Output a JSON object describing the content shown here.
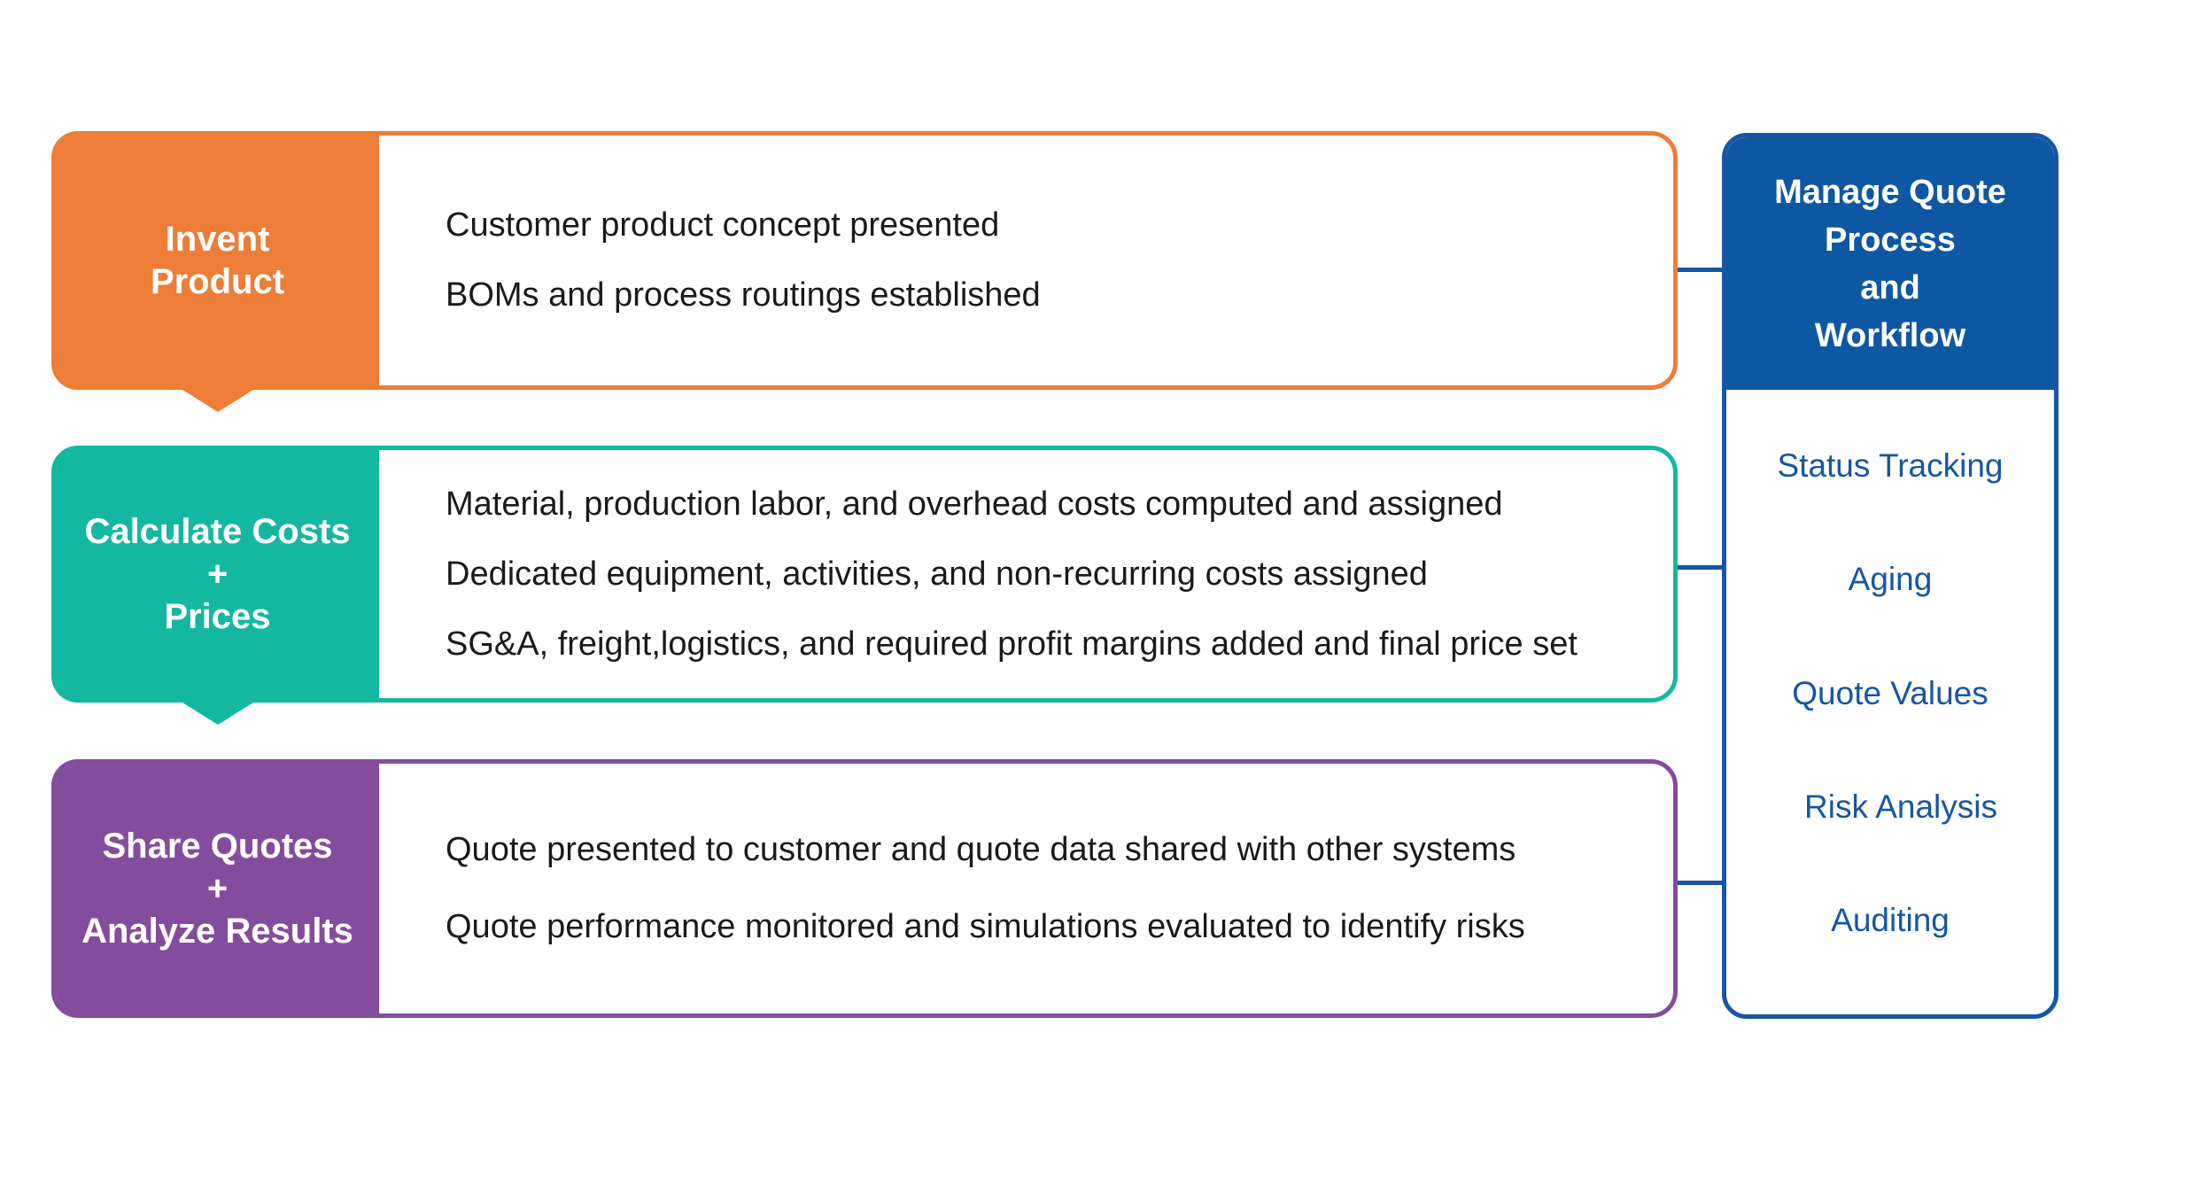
{
  "colors": {
    "invent": "#ED7D37",
    "calculate": "#14B8A0",
    "share": "#844C9C",
    "workflow": "#0E57A3"
  },
  "stages": [
    {
      "label_lines": [
        "Invent",
        "Product"
      ],
      "items": [
        "Customer product concept presented",
        "BOMs and process routings established"
      ]
    },
    {
      "label_lines": [
        "Calculate Costs",
        "+",
        "Prices"
      ],
      "items": [
        "Material, production labor, and overhead costs computed and assigned",
        "Dedicated equipment, activities, and non-recurring costs assigned",
        "SG&A, freight,logistics, and required profit margins added and final price set"
      ]
    },
    {
      "label_lines": [
        "Share Quotes",
        "+",
        "Analyze Results"
      ],
      "items": [
        "Quote presented to customer and quote data shared with other systems",
        "Quote performance monitored and simulations evaluated to identify risks"
      ]
    }
  ],
  "workflow": {
    "title_lines": [
      "Manage Quote",
      "Process",
      "and",
      "Workflow"
    ],
    "items": [
      "Status Tracking",
      "Aging",
      "Quote Values",
      "Risk Analysis",
      "Auditing"
    ]
  }
}
